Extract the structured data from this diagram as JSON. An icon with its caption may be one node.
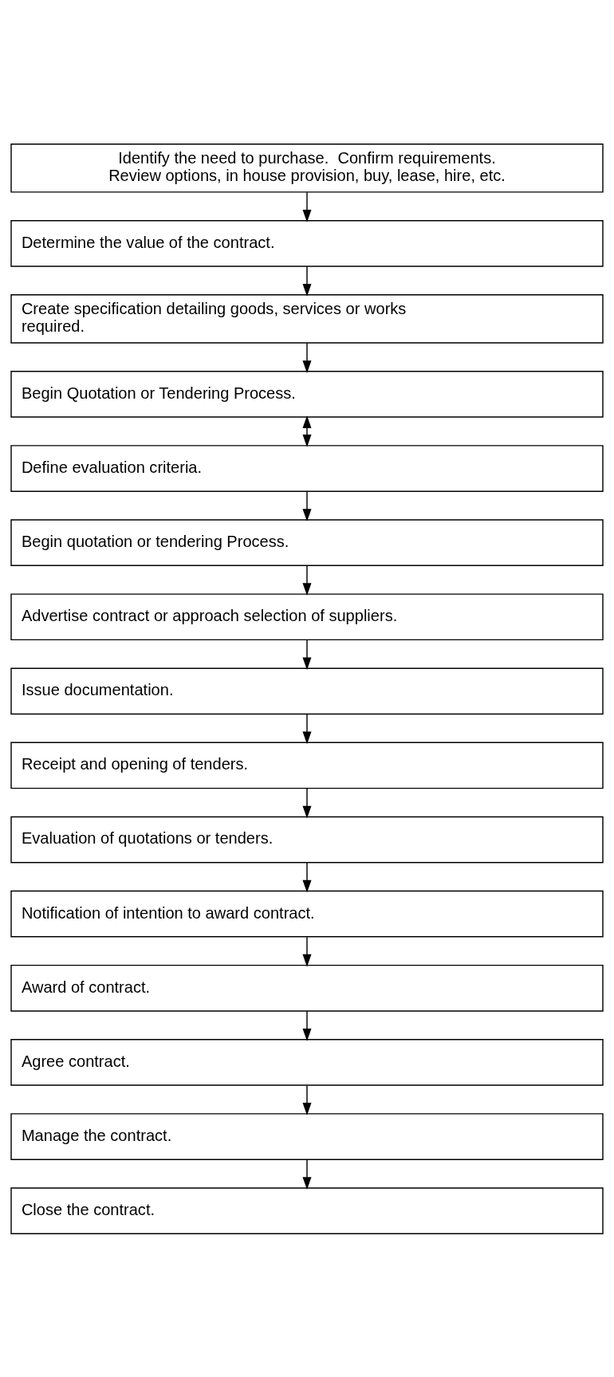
{
  "diagram": {
    "nodes": [
      {
        "text": [
          "Identify the need to purchase.  Confirm requirements. Review options, in house provision, buy, lease, hire, etc."
        ]
      },
      {
        "text": [
          "Determine the value of the contract."
        ]
      },
      {
        "text": [
          "Create specification detailing goods, services or works required."
        ]
      },
      {
        "text": [
          "Begin Quotation or Tendering Process."
        ]
      },
      {
        "text": [
          "Define evaluation criteria."
        ]
      },
      {
        "text": [
          "Begin quotation or tendering Process."
        ]
      },
      {
        "text": [
          "Advertise contract or approach selection of suppliers."
        ]
      },
      {
        "text": [
          "Issue documentation."
        ]
      },
      {
        "text": [
          "Receipt and opening of tenders."
        ]
      },
      {
        "text": [
          "Evaluation of quotations or tenders."
        ]
      },
      {
        "text": [
          "Notification of intention to award contract."
        ]
      },
      {
        "text": [
          "Award of contract."
        ]
      },
      {
        "text": [
          "Agree contract."
        ]
      },
      {
        "text": [
          "Manage the contract."
        ]
      },
      {
        "text": [
          "Close the contract."
        ]
      }
    ],
    "edges": [
      {
        "from": 0,
        "to": 1,
        "arrow": "to"
      },
      {
        "from": 1,
        "to": 2,
        "arrow": "to"
      },
      {
        "from": 2,
        "to": 3,
        "arrow": "to"
      },
      {
        "from": 3,
        "to": 4,
        "arrow": "both"
      },
      {
        "from": 4,
        "to": 5,
        "arrow": "to"
      },
      {
        "from": 5,
        "to": 6,
        "arrow": "to"
      },
      {
        "from": 6,
        "to": 7,
        "arrow": "to"
      },
      {
        "from": 7,
        "to": 8,
        "arrow": "to"
      },
      {
        "from": 8,
        "to": 9,
        "arrow": "to"
      },
      {
        "from": 9,
        "to": 10,
        "arrow": "to"
      },
      {
        "from": 10,
        "to": 11,
        "arrow": "to"
      },
      {
        "from": 11,
        "to": 12,
        "arrow": "to"
      },
      {
        "from": 12,
        "to": 13,
        "arrow": "to"
      },
      {
        "from": 13,
        "to": 14,
        "arrow": "to"
      }
    ]
  }
}
